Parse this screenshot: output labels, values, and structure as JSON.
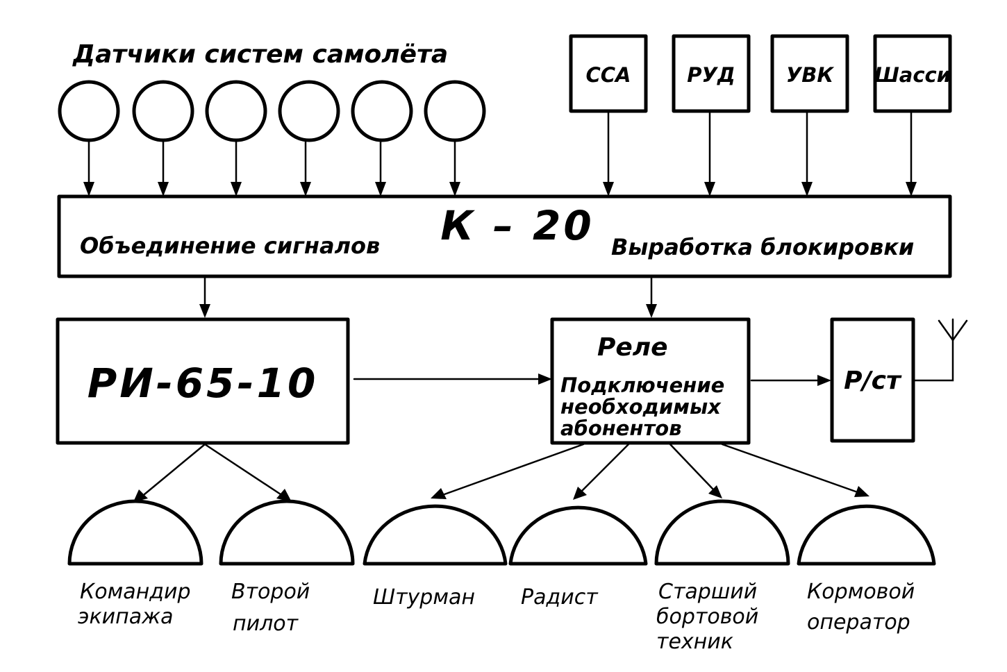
{
  "header": "Датчики систем самолёта",
  "inputs": [
    "ССА",
    "РУД",
    "УВК",
    "Шасси"
  ],
  "k20": {
    "title": "К – 20",
    "left_text": "Объединение сигналов",
    "right_text": "Выработка блокировки"
  },
  "ri": "РИ-65-10",
  "relay": {
    "title": "Реле",
    "lines": [
      "Подключение",
      "необходимых",
      "абонентов"
    ]
  },
  "radio": "Р/ст",
  "crew": [
    [
      "Командир",
      "экипажа"
    ],
    [
      "Второй",
      "пилот"
    ],
    [
      "Штурман"
    ],
    [
      "Радист"
    ],
    [
      "Старший",
      "бортовой",
      "техник"
    ],
    [
      "Кормовой",
      "оператор"
    ]
  ]
}
